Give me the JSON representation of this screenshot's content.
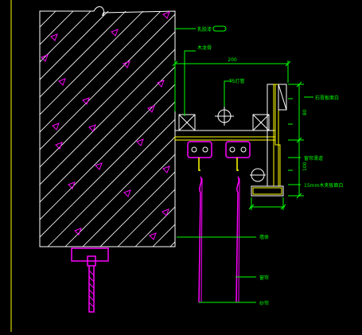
{
  "drawing": {
    "colors": {
      "background": "#000000",
      "wall": "#ffffff",
      "hatch": "#ffffff",
      "aggregate": "#ff00ff",
      "leader": "#00ff00",
      "frame": "#ffff00",
      "curtain": "#ff00ff",
      "dimension": "#00ff00",
      "text": "#00ff00"
    },
    "dimensions": {
      "top_width": "200",
      "right_upper": "80",
      "right_lower": "100"
    },
    "labels": {
      "finish_material": "乳胶漆",
      "wood_keel": "木龙骨",
      "lamp": "T5灯管",
      "panel_top": "石膏板面白",
      "curtain_track": "窗帘滑道",
      "panel_bottom": "15mm木夹板面白",
      "wall": "墙体",
      "curtain_a": "窗帘",
      "curtain_b": "纱帘"
    }
  }
}
